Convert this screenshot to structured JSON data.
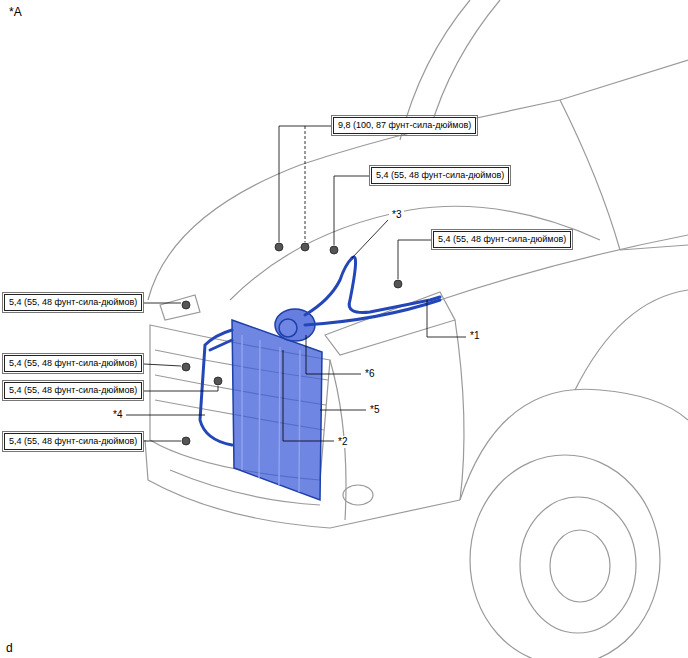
{
  "diagram": {
    "nodes": [
      {
        "text": [
          "9,8 (100, 87 фунт-сила-дюймов)"
        ]
      },
      {
        "text": [
          "5,4 (55, 48 фунт-сила-дюймов)"
        ]
      },
      {
        "text": [
          "5,4 (55, 48 фунт-сила-дюймов)"
        ]
      },
      {
        "text": [
          "5,4 (55, 48 фунт-сила-дюймов)"
        ]
      },
      {
        "text": [
          "5,4 (55, 48 фунт-сила-дюймов)"
        ]
      },
      {
        "text": [
          "5,4 (55, 48 фунт-сила-дюймов)"
        ]
      },
      {
        "text": [
          "5,4 (55, 48 фунт-сила-дюймов)"
        ]
      }
    ],
    "labels": [
      "*A",
      "*3",
      "*1",
      "*6",
      "*4",
      "*5",
      "*2",
      "d"
    ]
  }
}
